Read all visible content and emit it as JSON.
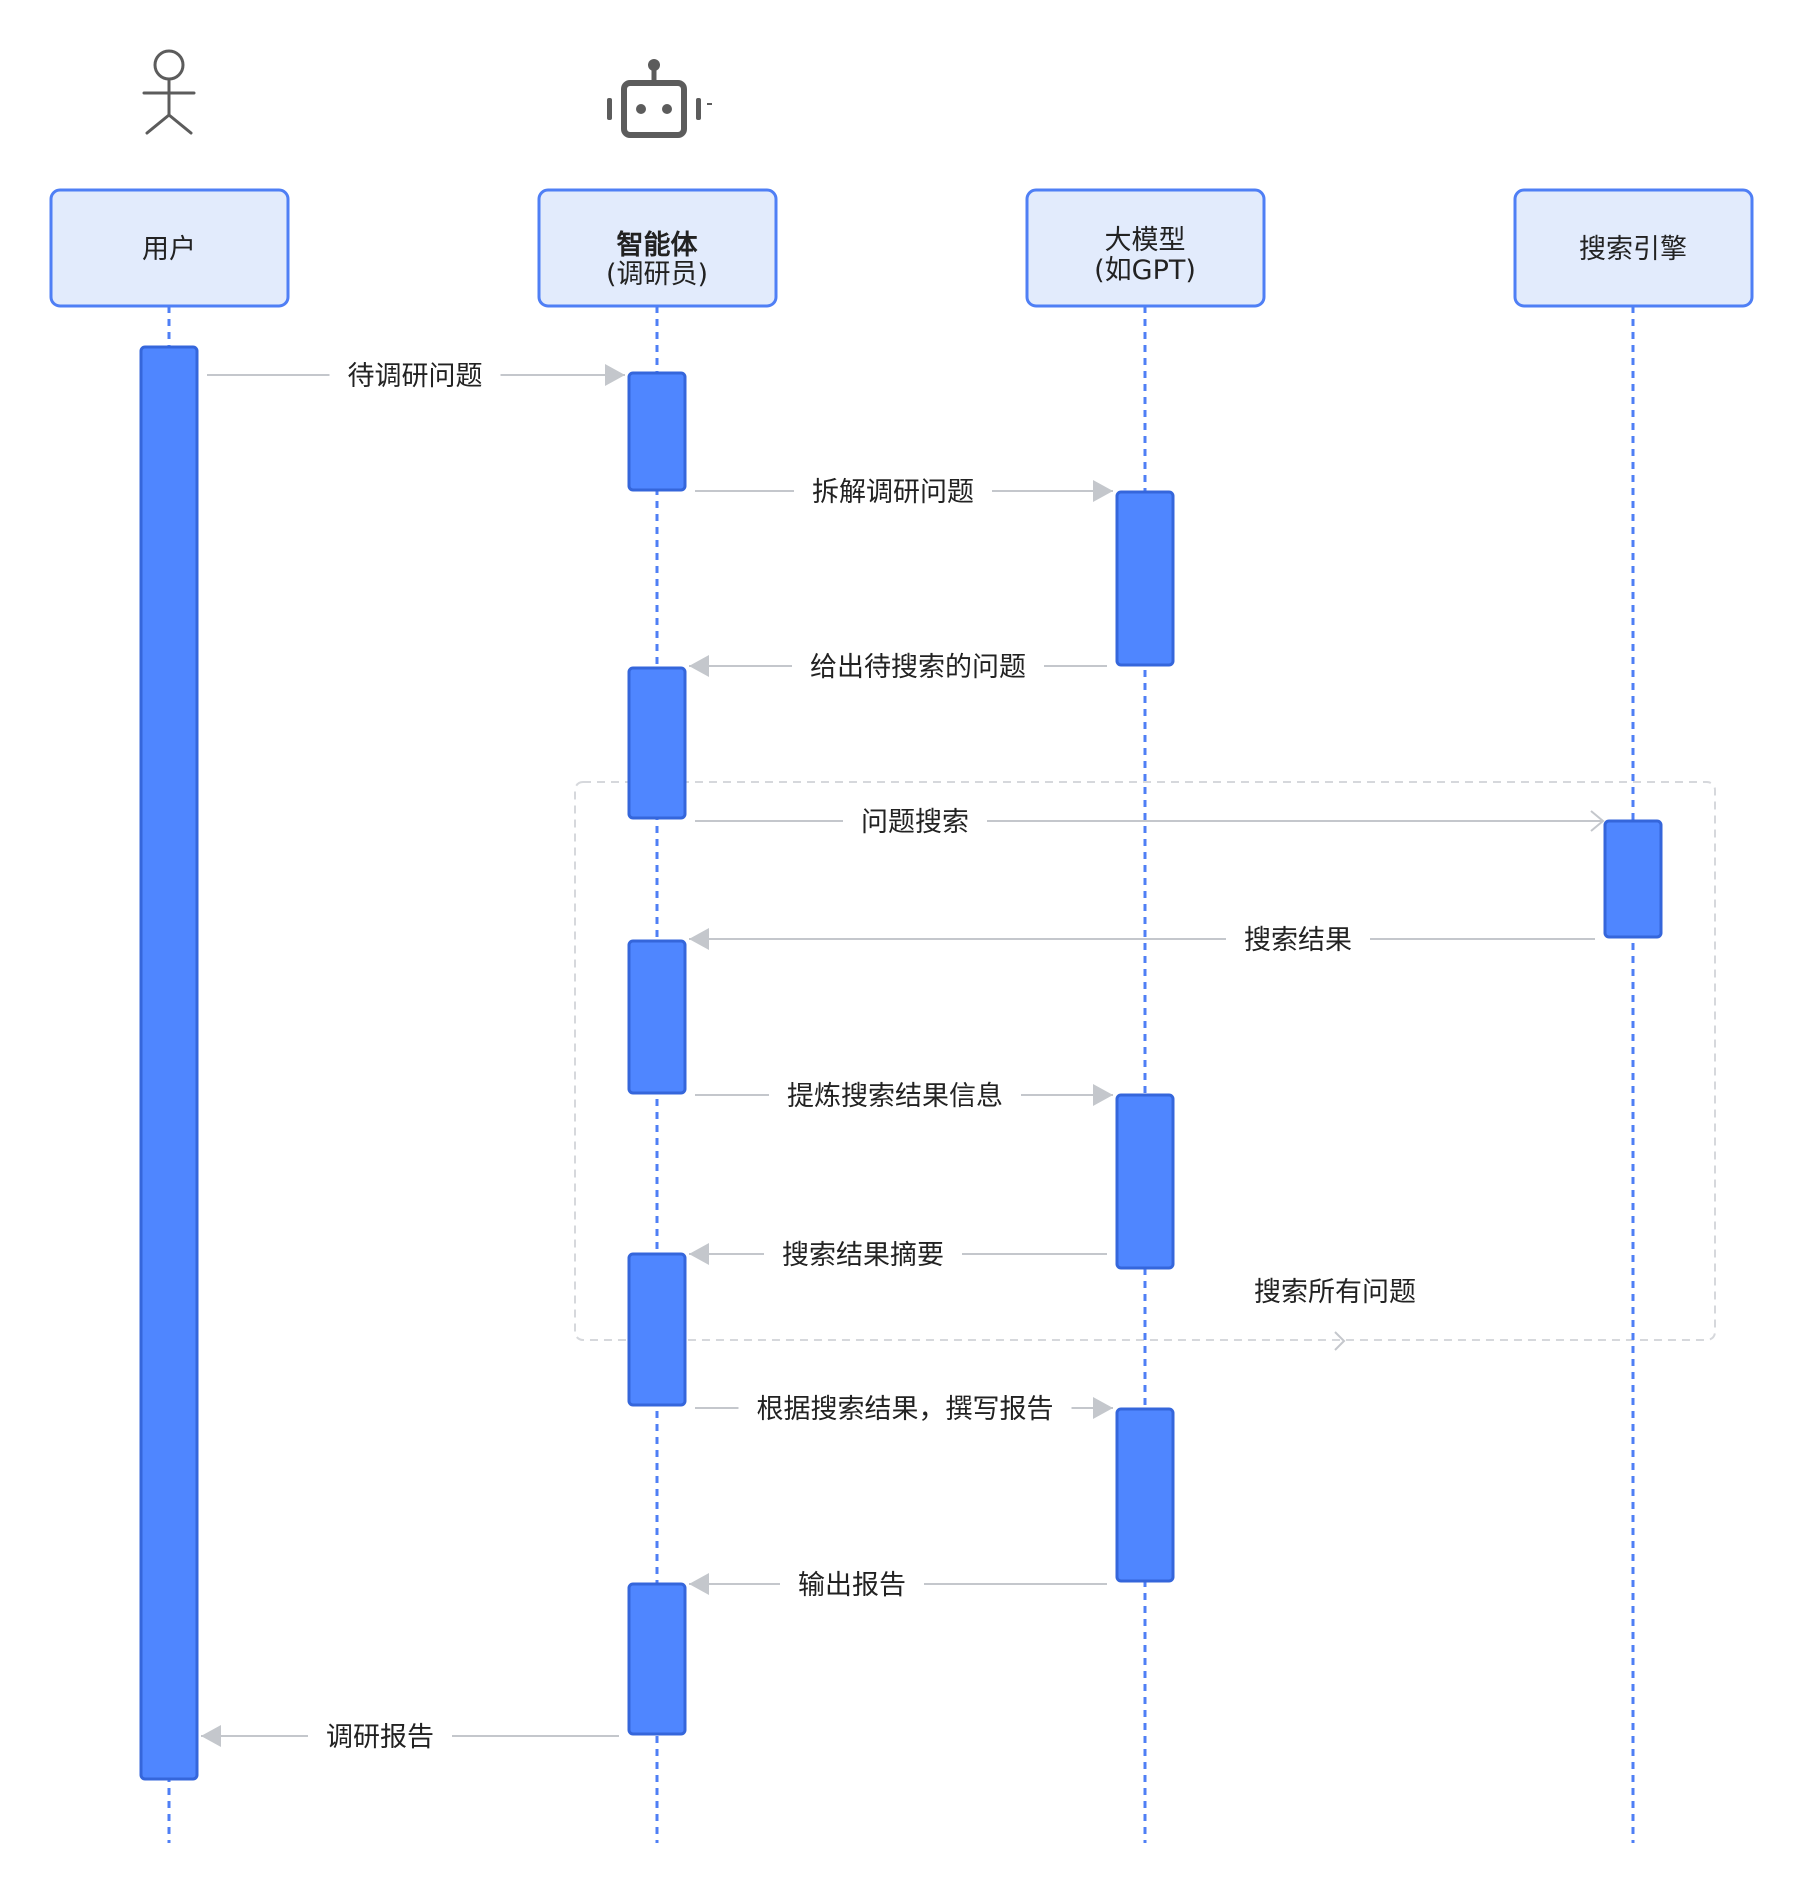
{
  "participants": [
    {
      "id": "user",
      "label_lines": [
        "用户"
      ],
      "icon": "person-icon",
      "bold": false
    },
    {
      "id": "agent",
      "label_lines": [
        "智能体",
        "(调研员)"
      ],
      "icon": "robot-icon",
      "bold": true
    },
    {
      "id": "llm",
      "label_lines": [
        "大模型",
        "(如GPT)"
      ],
      "icon": "",
      "bold": false
    },
    {
      "id": "search",
      "label_lines": [
        "搜索引擎"
      ],
      "icon": "",
      "bold": false
    }
  ],
  "messages": [
    {
      "from": "user",
      "to": "agent",
      "label": "待调研问题"
    },
    {
      "from": "agent",
      "to": "llm",
      "label": "拆解调研问题"
    },
    {
      "from": "llm",
      "to": "agent",
      "label": "给出待搜索的问题"
    },
    {
      "from": "agent",
      "to": "search",
      "label": "问题搜索"
    },
    {
      "from": "search",
      "to": "agent",
      "label": "搜索结果"
    },
    {
      "from": "agent",
      "to": "llm",
      "label": "提炼搜索结果信息"
    },
    {
      "from": "llm",
      "to": "agent",
      "label": "搜索结果摘要"
    },
    {
      "from": "agent",
      "to": "llm",
      "label": "根据搜索结果，撰写报告"
    },
    {
      "from": "llm",
      "to": "agent",
      "label": "输出报告"
    },
    {
      "from": "agent",
      "to": "user",
      "label": "调研报告"
    }
  ],
  "loop": {
    "label": "搜索所有问题"
  },
  "colors": {
    "header_fill": "#e2ebfc",
    "header_stroke": "#4f7ff5",
    "activation_fill": "#4f86ff",
    "activation_stroke": "#3566db",
    "lifeline": "#4f7ff5",
    "message_line": "#c4c7cc",
    "loop_border": "#d6d8dc",
    "icon": "#5c5c5c"
  }
}
